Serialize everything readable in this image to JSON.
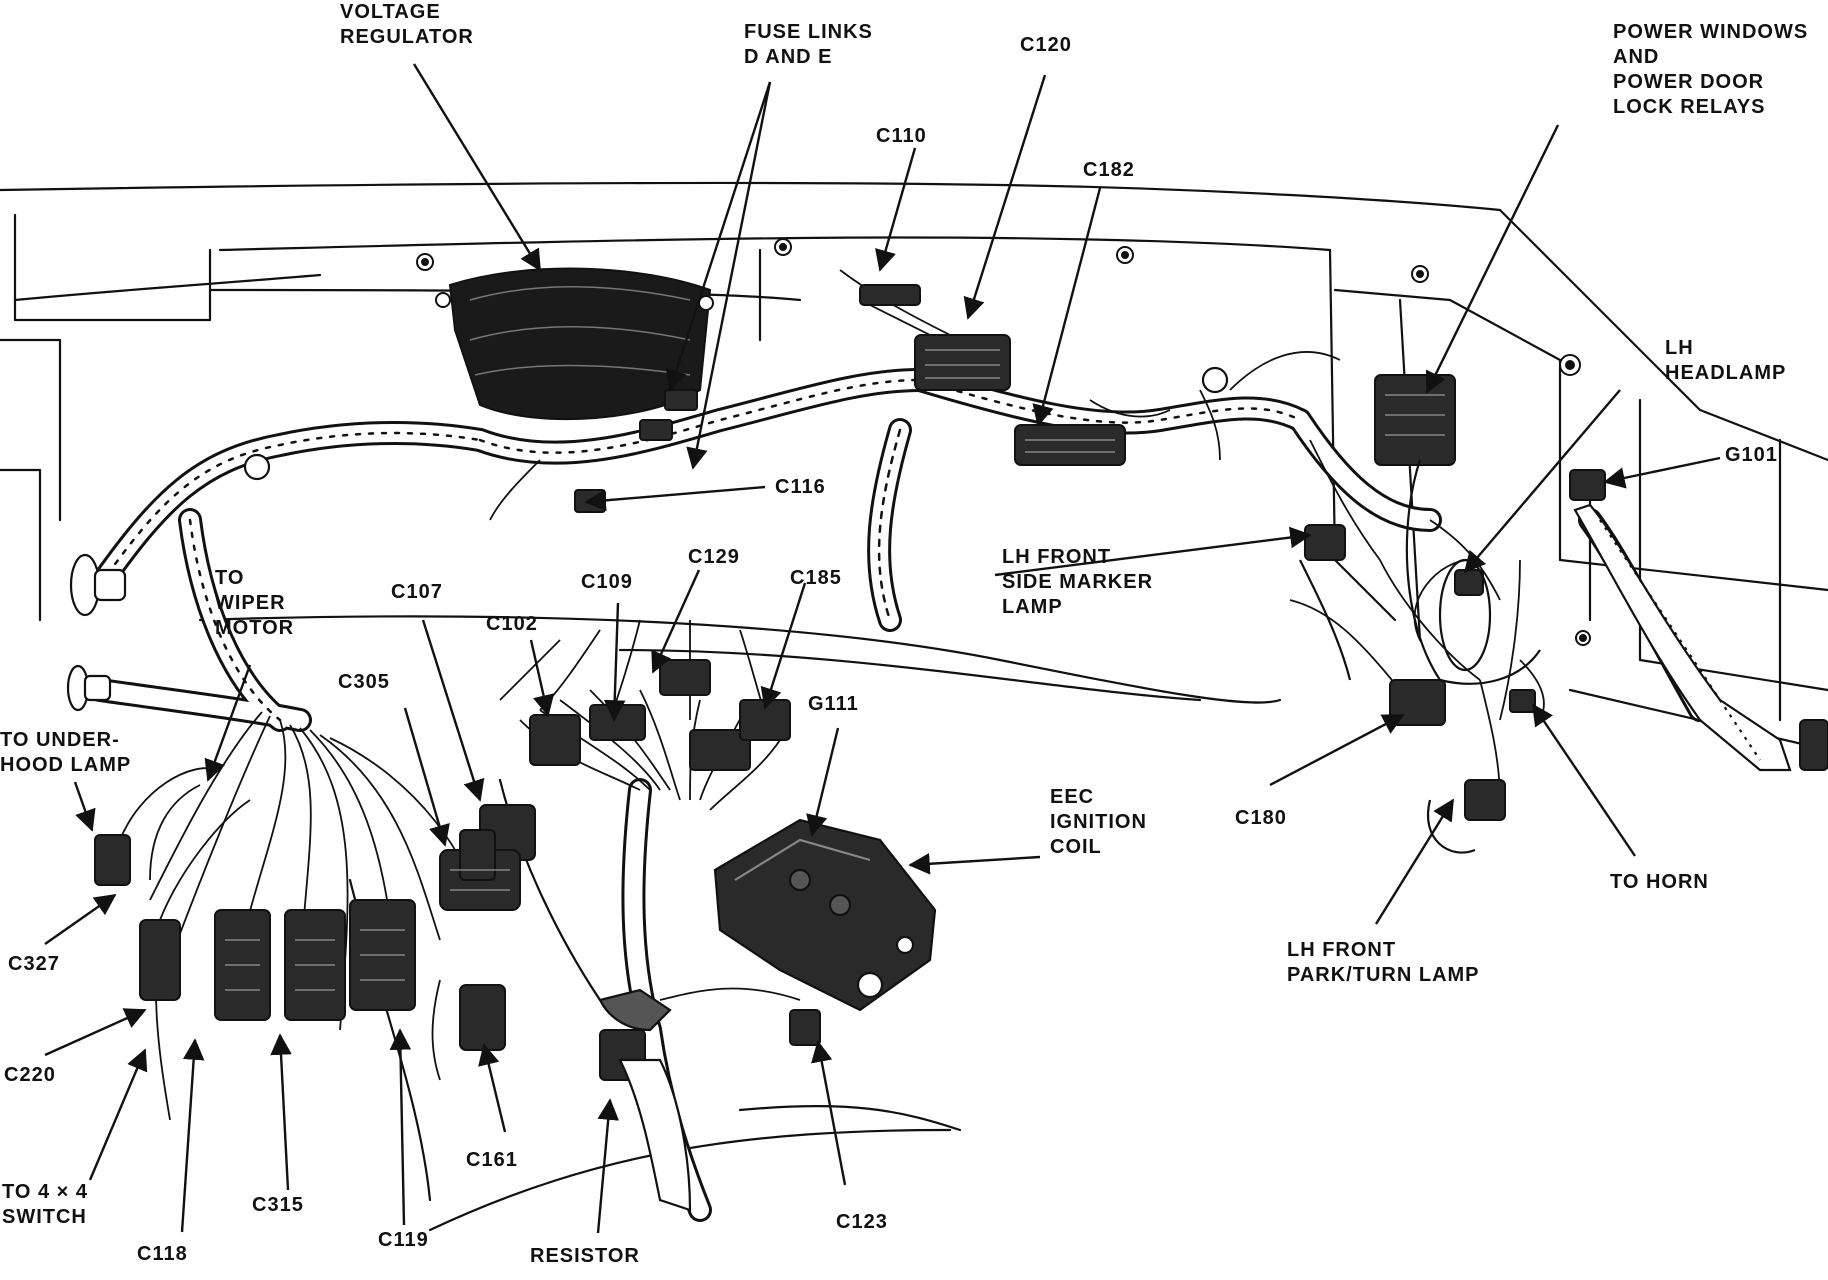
{
  "diagram": {
    "labels": {
      "voltage_regulator": "VOLTAGE\nREGULATOR",
      "fuse_links": "FUSE LINKS\nD AND E",
      "c120": "C120",
      "c110": "C110",
      "c182": "C182",
      "power_relays": "POWER WINDOWS\nAND\nPOWER DOOR\nLOCK RELAYS",
      "lh_headlamp": "LH\nHEADLAMP",
      "g101": "G101",
      "c116": "C116",
      "lh_side_marker": "LH FRONT\nSIDE MARKER\nLAMP",
      "to_wiper_motor": "TO\nWIPER\nMOTOR",
      "c107": "C107",
      "c109": "C109",
      "c129": "C129",
      "c102": "C102",
      "c185": "C185",
      "c305": "C305",
      "g111": "G111",
      "to_underhood_lamp": "TO UNDER-\nHOOD LAMP",
      "eec_ignition_coil": "EEC\nIGNITION\nCOIL",
      "c180": "C180",
      "to_horn": "TO HORN",
      "lh_park_turn": "LH FRONT\nPARK/TURN LAMP",
      "c327": "C327",
      "c220": "C220",
      "c161": "C161",
      "c123": "C123",
      "to_4x4_switch": "TO 4 × 4\nSWITCH",
      "c315": "C315",
      "c119": "C119",
      "c118": "C118",
      "resistor": "RESISTOR"
    }
  }
}
